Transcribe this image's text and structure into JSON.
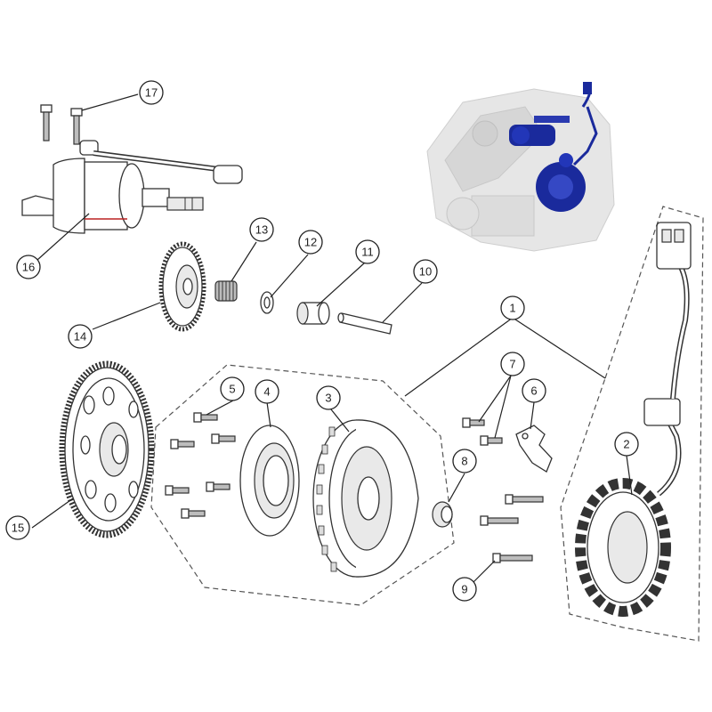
{
  "callouts": [
    {
      "id": "c1",
      "label": "1"
    },
    {
      "id": "c2",
      "label": "2"
    },
    {
      "id": "c3",
      "label": "3"
    },
    {
      "id": "c4",
      "label": "4"
    },
    {
      "id": "c5",
      "label": "5"
    },
    {
      "id": "c6",
      "label": "6"
    },
    {
      "id": "c7",
      "label": "7"
    },
    {
      "id": "c8",
      "label": "8"
    },
    {
      "id": "c9",
      "label": "9"
    },
    {
      "id": "c10",
      "label": "10"
    },
    {
      "id": "c11",
      "label": "11"
    },
    {
      "id": "c12",
      "label": "12"
    },
    {
      "id": "c13",
      "label": "13"
    },
    {
      "id": "c14",
      "label": "14"
    },
    {
      "id": "c15",
      "label": "15"
    },
    {
      "id": "c16",
      "label": "16"
    },
    {
      "id": "c17",
      "label": "17"
    }
  ],
  "colors": {
    "highlight": "#1a2a9c",
    "line": "#333333",
    "inset_engine": "#d9d9d9"
  }
}
